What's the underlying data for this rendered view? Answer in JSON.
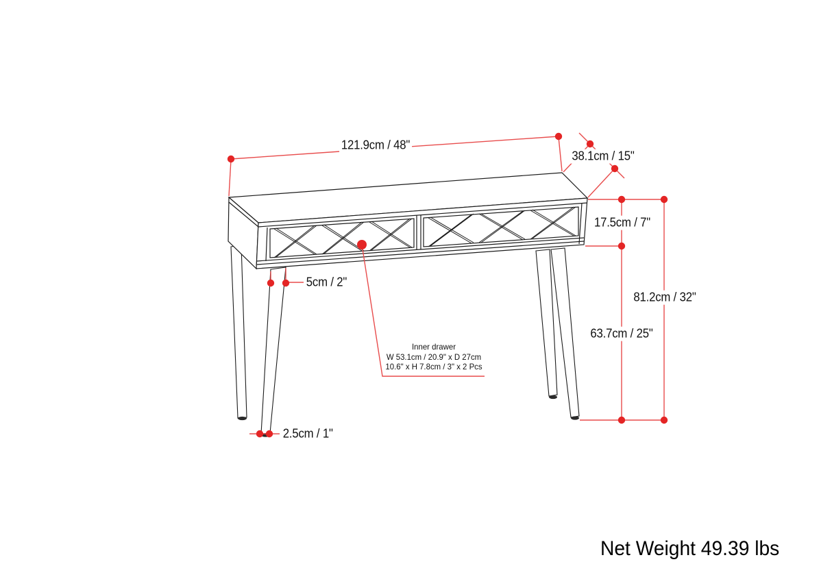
{
  "drawing": {
    "dimensions": {
      "width": "121.9cm / 48\"",
      "depth": "38.1cm / 15\"",
      "apron_height": "17.5cm / 7\"",
      "overall_height": "81.2cm / 32\"",
      "leg_height": "63.7cm / 25\"",
      "leg_top_thickness": "5cm / 2\"",
      "leg_foot_thickness": "2.5cm / 1\""
    },
    "inner_drawer": {
      "title": "Inner drawer",
      "line1": "W 53.1cm / 20.9\" x D 27cm",
      "line2": "10.6\" x H 7.8cm / 3\" x 2 Pcs"
    },
    "net_weight": "Net Weight 49.39 lbs",
    "colors": {
      "dimension_line": "#e84c4c",
      "dimension_dot": "#e42525",
      "ink": "#1b1b1b",
      "paper": "#ffffff"
    }
  }
}
